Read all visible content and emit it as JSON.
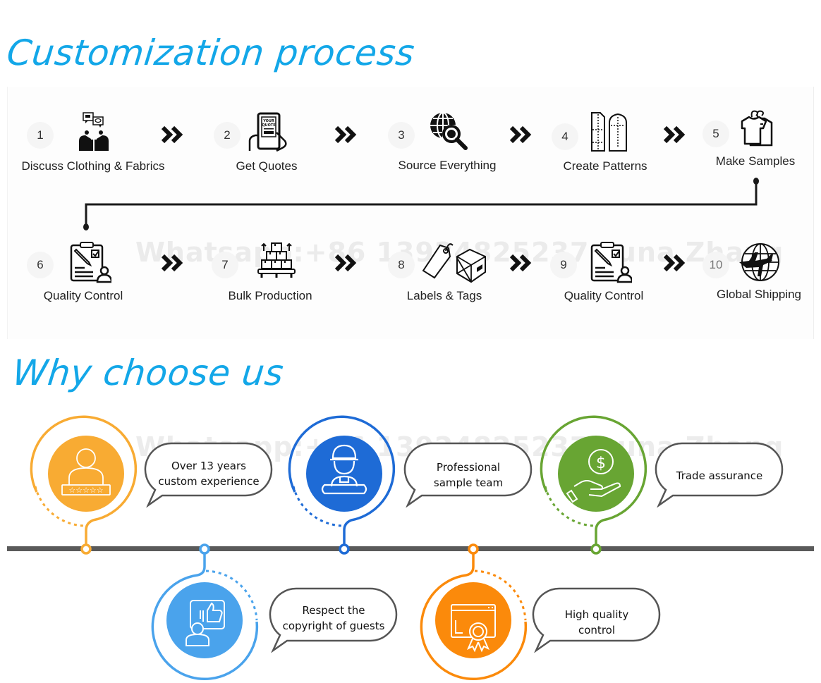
{
  "process": {
    "title": "Customization process",
    "watermark": "Whatsapp:+86 13924825237 Luna Zhang",
    "steps": [
      {
        "num": "1",
        "label": "Discuss Clothing & Fabrics",
        "icon": "meeting-discussion-icon"
      },
      {
        "num": "2",
        "label": "Get Quotes",
        "icon": "tablet-quote-icon"
      },
      {
        "num": "3",
        "label": "Source Everything",
        "icon": "globe-search-icon"
      },
      {
        "num": "4",
        "label": "Create Patterns",
        "icon": "sewing-pattern-icon"
      },
      {
        "num": "5",
        "label": "Make Samples",
        "icon": "tshirt-hanger-icon"
      },
      {
        "num": "6",
        "label": "Quality Control",
        "icon": "clipboard-inspector-icon"
      },
      {
        "num": "7",
        "label": "Bulk Production",
        "icon": "boxes-pallet-icon"
      },
      {
        "num": "8",
        "label": "Labels & Tags",
        "icon": "tag-box-icon"
      },
      {
        "num": "9",
        "label": "Quality Control",
        "icon": "clipboard-inspector-icon"
      },
      {
        "num": "10",
        "label": "Global Shipping",
        "icon": "globe-plane-icon"
      }
    ]
  },
  "why": {
    "title": "Why choose us",
    "watermark": "Whatsapp:+86 13924825237 Luna Zhang",
    "items": [
      {
        "line1": "Over 13 years",
        "line2": "custom experience",
        "color": "#f8ab33",
        "icon": "rated-person-icon"
      },
      {
        "line1": "Respect the",
        "line2": "copyright of guests",
        "color": "#4aa3ec",
        "icon": "thumbs-up-person-icon"
      },
      {
        "line1": "Professional",
        "line2": "sample team",
        "color": "#1e6bd6",
        "icon": "worker-wrench-icon"
      },
      {
        "line1": "High quality",
        "line2": "control",
        "color": "#fb8a0b",
        "icon": "certificate-badge-icon"
      },
      {
        "line1": "Trade assurance",
        "line2": "",
        "color": "#68a533",
        "icon": "hand-dollar-icon"
      }
    ],
    "timeline_color": "#5a5a5a"
  }
}
